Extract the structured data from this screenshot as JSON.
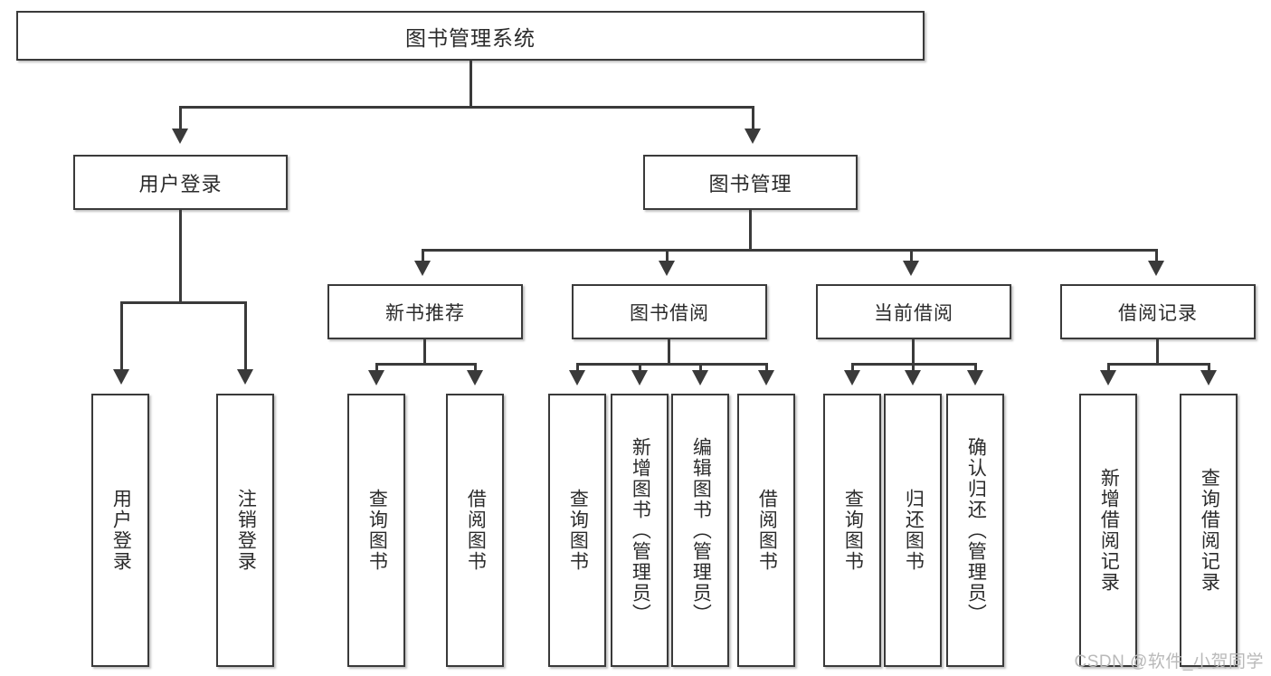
{
  "diagram": {
    "title": "图书管理系统",
    "root": {
      "label": "图书管理系统"
    },
    "level1": [
      {
        "label": "用户登录"
      },
      {
        "label": "图书管理"
      }
    ],
    "level2": [
      {
        "label": "新书推荐"
      },
      {
        "label": "图书借阅"
      },
      {
        "label": "当前借阅"
      },
      {
        "label": "借阅记录"
      }
    ],
    "leaves": [
      {
        "label": "用户登录"
      },
      {
        "label": "注销登录"
      },
      {
        "label": "查询图书"
      },
      {
        "label": "借阅图书"
      },
      {
        "label": "查询图书"
      },
      {
        "label": "新增图书（管理员）"
      },
      {
        "label": "编辑图书（管理员）"
      },
      {
        "label": "借阅图书"
      },
      {
        "label": "查询图书"
      },
      {
        "label": "归还图书"
      },
      {
        "label": "确认归还（管理员）"
      },
      {
        "label": "新增借阅记录"
      },
      {
        "label": "查询借阅记录"
      }
    ]
  },
  "watermark": {
    "text": "CSDN @软件_小贺同学"
  },
  "colors": {
    "stroke": "#3a3a3a",
    "text": "#2b2b2b",
    "background": "#ffffff",
    "watermark": "#b9b9b9"
  }
}
